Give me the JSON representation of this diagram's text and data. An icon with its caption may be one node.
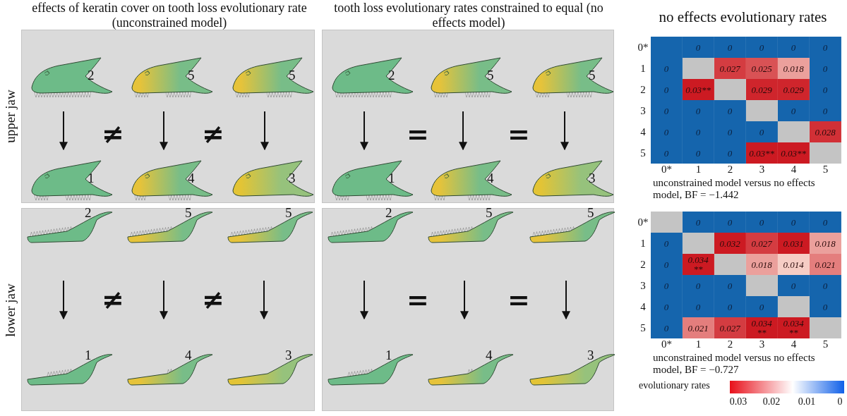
{
  "diagram": {
    "nodes": [
      {
        "text": [],
        "shape": "box"
      },
      {
        "text": [
          "2"
        ],
        "in": 0
      },
      {
        "text": [
          "5"
        ],
        "in": 0
      },
      {
        "text": [
          "5"
        ],
        "in": 0
      },
      {
        "text": [
          "1"
        ],
        "in": 0
      },
      {
        "text": [
          "4"
        ],
        "in": 0
      },
      {
        "text": [
          "3"
        ],
        "in": 0
      },
      {
        "text": [],
        "shape": "box"
      },
      {
        "text": [
          "2"
        ],
        "in": 7
      },
      {
        "text": [
          "5"
        ],
        "in": 7
      },
      {
        "text": [
          "5"
        ],
        "in": 7
      },
      {
        "text": [
          "1"
        ],
        "in": 7
      },
      {
        "text": [
          "4"
        ],
        "in": 7
      },
      {
        "text": [
          "3"
        ],
        "in": 7
      },
      {
        "text": [],
        "shape": "box"
      },
      {
        "text": [
          "2"
        ],
        "in": 14
      },
      {
        "text": [
          "5"
        ],
        "in": 14
      },
      {
        "text": [
          "5"
        ],
        "in": 14
      },
      {
        "text": [
          "1"
        ],
        "in": 14
      },
      {
        "text": [
          "4"
        ],
        "in": 14
      },
      {
        "text": [
          "3"
        ],
        "in": 14
      },
      {
        "text": [],
        "shape": "box"
      },
      {
        "text": [
          "2"
        ],
        "in": 21
      },
      {
        "text": [
          "5"
        ],
        "in": 21
      },
      {
        "text": [
          "5"
        ],
        "in": 21
      },
      {
        "text": [
          "1"
        ],
        "in": 21
      },
      {
        "text": [
          "4"
        ],
        "in": 21
      },
      {
        "text": [
          "3"
        ],
        "in": 21
      },
      {
        "text": [],
        "shape": "bar"
      }
    ],
    "edges": [
      {
        "from": 1,
        "to": 4,
        "arrow": "to"
      },
      {
        "from": 2,
        "to": 5,
        "arrow": "to"
      },
      {
        "from": 3,
        "to": 6,
        "arrow": "to"
      },
      {
        "from": 8,
        "to": 11,
        "arrow": "to"
      },
      {
        "from": 9,
        "to": 12,
        "arrow": "to"
      },
      {
        "from": 10,
        "to": 13,
        "arrow": "to"
      },
      {
        "from": 15,
        "to": 18,
        "arrow": "to"
      },
      {
        "from": 16,
        "to": 19,
        "arrow": "to"
      },
      {
        "from": 17,
        "to": 20,
        "arrow": "to"
      },
      {
        "from": 22,
        "to": 25,
        "arrow": "to"
      },
      {
        "from": 23,
        "to": 26,
        "arrow": "to"
      },
      {
        "from": 24,
        "to": 27,
        "arrow": "to"
      }
    ],
    "labels": [
      "effects of keratin cover on tooth loss evolutionary rate (unconstrained model)",
      "tooth loss evolutionary rates constrained to equal (no effects model)",
      "no effects evolutionary rates",
      "upper jaw",
      "≠",
      "≠",
      "=",
      "=",
      "0*",
      "0",
      "0",
      "0",
      "0",
      "0",
      "1",
      "0",
      "0.027",
      "0.025",
      "0.018",
      "0",
      "2",
      "0",
      "0.03**",
      "0.029",
      "0.029",
      "0",
      "3",
      "0",
      "0",
      "0",
      "0",
      "0",
      "4",
      "0",
      "0",
      "0",
      "0",
      "0.028",
      "5",
      "0",
      "0",
      "0",
      "0.03**",
      "0.03**",
      "0*",
      "1",
      "2",
      "3",
      "4",
      "5",
      "unconstrained model versus no effects model, BF = −1.442",
      "lower jaw",
      "≠",
      "≠",
      "=",
      "=",
      "0*",
      "0",
      "0",
      "0",
      "0",
      "0",
      "1",
      "0",
      "0.032",
      "0.027",
      "0.031",
      "0.018",
      "2",
      "0",
      "0.034 **",
      "0.018",
      "0.014",
      "0.021",
      "3",
      "0",
      "0",
      "0",
      "0",
      "0",
      "4",
      "0",
      "0",
      "0",
      "0",
      "0",
      "5",
      "0",
      "0.021",
      "0.027",
      "0.034 **",
      "0.034 **",
      "0*",
      "1",
      "2",
      "3",
      "4",
      "5",
      "unconstrained model versus no effects model, BF = −0.727",
      "evolutionary rates",
      "0.03",
      "0.02",
      "0.01",
      "0"
    ]
  }
}
